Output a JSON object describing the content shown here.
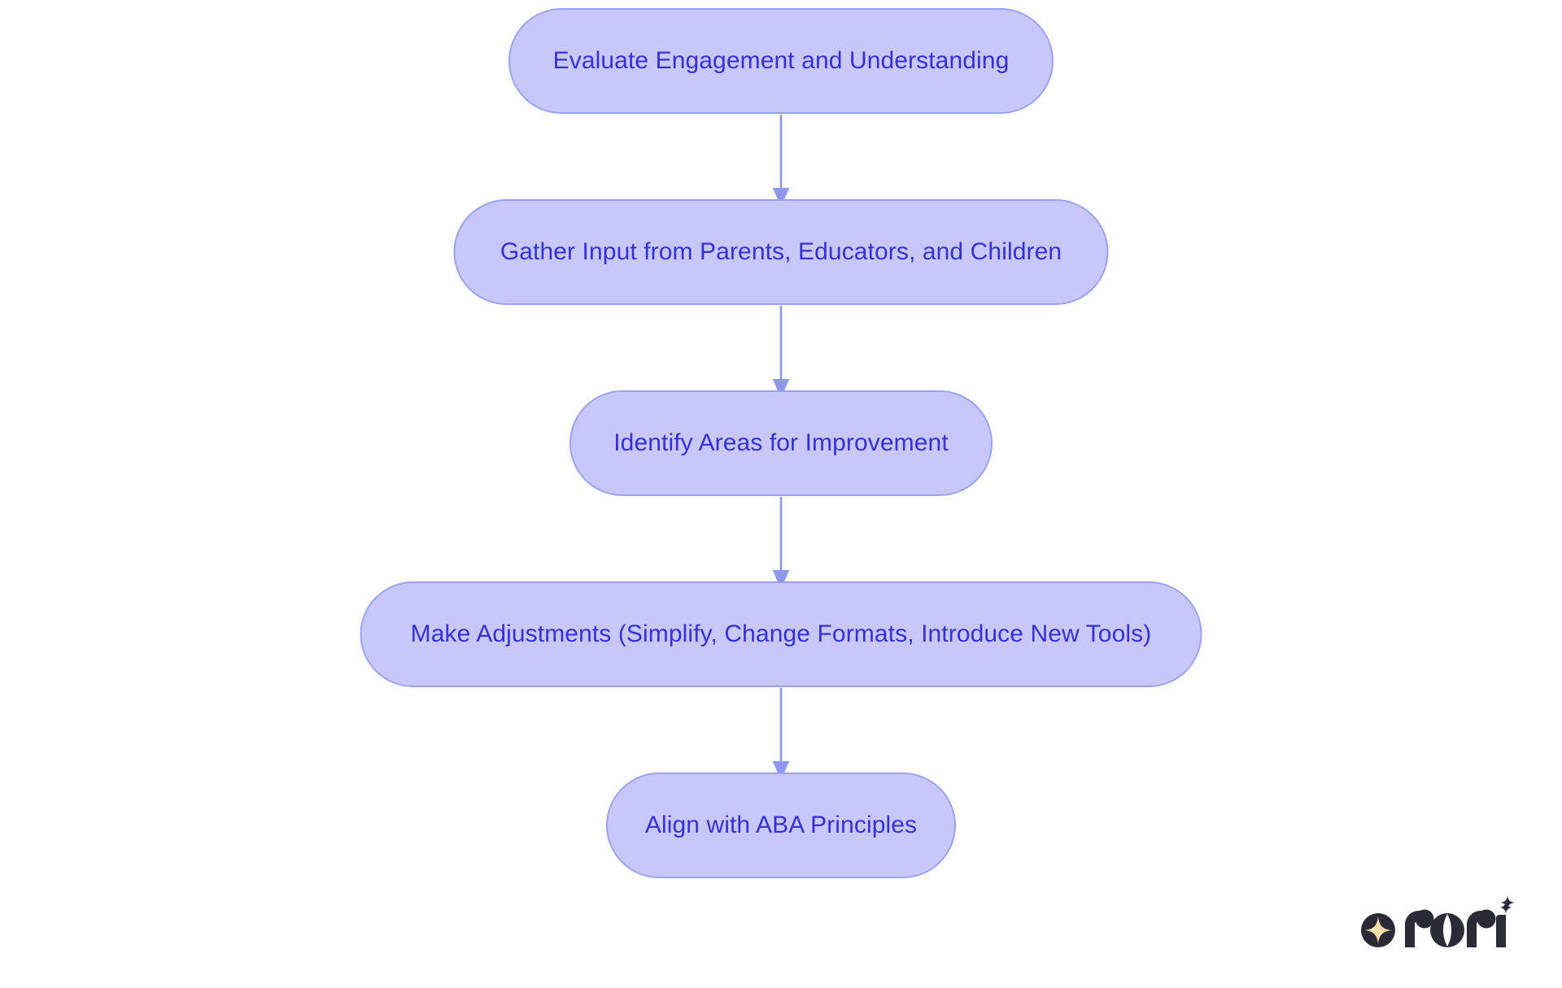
{
  "diagram": {
    "type": "flowchart",
    "orientation": "top-to-bottom",
    "background_color": "#ffffff",
    "node_fill_color": "#c7c8f9",
    "node_border_color": "#9ca2f2",
    "node_text_color": "#3730d8",
    "arrow_color": "#8f96f0",
    "nodes": [
      {
        "id": "n1",
        "label": "Evaluate Engagement and Understanding",
        "shape": "stadium"
      },
      {
        "id": "n2",
        "label": "Gather Input from Parents, Educators, and Children",
        "shape": "stadium"
      },
      {
        "id": "n3",
        "label": "Identify Areas for Improvement",
        "shape": "stadium"
      },
      {
        "id": "n4",
        "label": "Make Adjustments (Simplify, Change Formats, Introduce New Tools)",
        "shape": "stadium"
      },
      {
        "id": "n5",
        "label": "Align with ABA Principles",
        "shape": "stadium"
      }
    ],
    "edges": [
      {
        "from": "n1",
        "to": "n2",
        "label": ""
      },
      {
        "from": "n2",
        "to": "n3",
        "label": ""
      },
      {
        "from": "n3",
        "to": "n4",
        "label": ""
      },
      {
        "from": "n4",
        "to": "n5",
        "label": ""
      }
    ]
  },
  "branding": {
    "wordmark": "rori",
    "mark_color": "#2b2b38",
    "star_color": "#f9dba8"
  }
}
